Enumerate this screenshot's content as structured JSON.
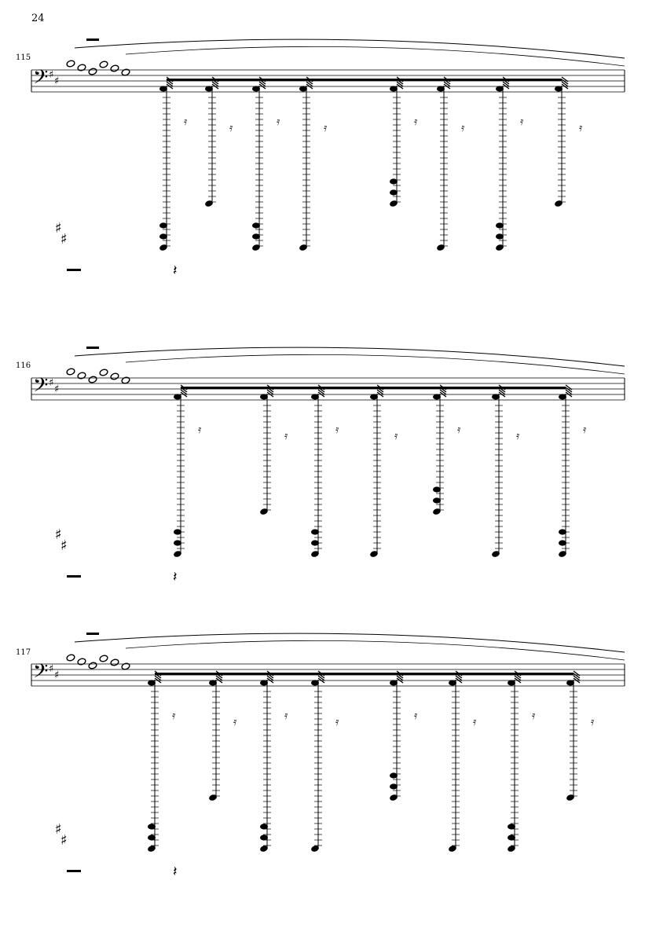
{
  "page": {
    "number": "24"
  },
  "systems": [
    {
      "measure_number": "115"
    },
    {
      "measure_number": "116"
    },
    {
      "measure_number": "117"
    }
  ],
  "glyphs": {
    "clef": "bass-clef",
    "key_signature": "sharps"
  }
}
